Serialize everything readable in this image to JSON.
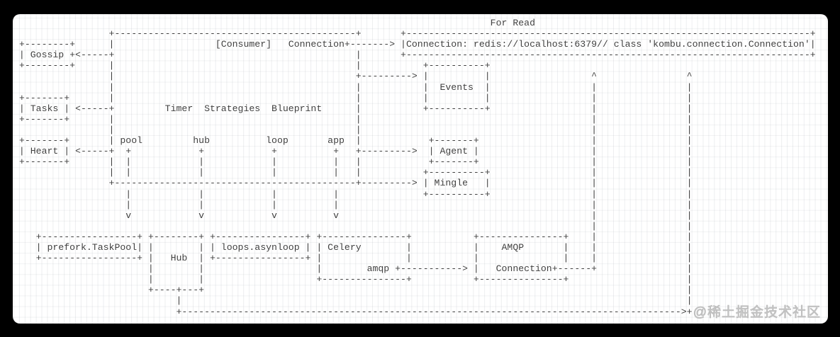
{
  "diagram": {
    "title": "For Read",
    "nodes": [
      "Gossip",
      "Tasks",
      "Heart",
      "[Consumer]",
      "Connection",
      "Connection: redis://localhost:6379// class 'kombu.connection.Connection'",
      "Events",
      "Timer  Strategies  Blueprint",
      "pool",
      "hub",
      "loop",
      "app",
      "Agent",
      "Mingle",
      "prefork.TaskPool",
      "Hub",
      "loops.asynloop",
      "Celery",
      "amqp",
      "AMQP",
      "Connection"
    ],
    "lines": [
      [
        [
          85,
          "For Read"
        ]
      ],
      [
        [
          17,
          "+"
        ],
        [
          18,
          "-",
          43
        ],
        [
          61,
          "+"
        ],
        [
          69,
          "+"
        ],
        [
          70,
          "-",
          72
        ],
        [
          142,
          "+"
        ]
      ],
      [
        [
          1,
          "+"
        ],
        [
          2,
          "-",
          8
        ],
        [
          10,
          "+"
        ],
        [
          17,
          "|"
        ],
        [
          36,
          "[Consumer]"
        ],
        [
          49,
          "Connection+"
        ],
        [
          60,
          "-",
          7
        ],
        [
          67,
          ">"
        ],
        [
          69,
          "|Connection: redis://localhost:6379// class 'kombu.connection.Connection'|"
        ]
      ],
      [
        [
          1,
          "| Gossip +"
        ],
        [
          11,
          "<"
        ],
        [
          12,
          "-",
          5
        ],
        [
          17,
          "+"
        ],
        [
          61,
          "|"
        ],
        [
          69,
          "+"
        ],
        [
          70,
          "-",
          72
        ],
        [
          142,
          "+"
        ]
      ],
      [
        [
          1,
          "+"
        ],
        [
          2,
          "-",
          8
        ],
        [
          10,
          "+"
        ],
        [
          17,
          "|"
        ],
        [
          61,
          "|"
        ],
        [
          73,
          "+"
        ],
        [
          74,
          "-",
          10
        ],
        [
          84,
          "+"
        ]
      ],
      [
        [
          17,
          "|"
        ],
        [
          61,
          "+"
        ],
        [
          62,
          "-",
          9
        ],
        [
          71,
          ">"
        ],
        [
          73,
          "|"
        ],
        [
          84,
          "|"
        ],
        [
          103,
          "^"
        ],
        [
          120,
          "^"
        ]
      ],
      [
        [
          17,
          "|"
        ],
        [
          61,
          "|"
        ],
        [
          73,
          "|  Events  |"
        ],
        [
          103,
          "|"
        ],
        [
          120,
          "|"
        ]
      ],
      [
        [
          1,
          "+"
        ],
        [
          2,
          "-",
          7
        ],
        [
          9,
          "+"
        ],
        [
          17,
          "|"
        ],
        [
          61,
          "|"
        ],
        [
          73,
          "|"
        ],
        [
          84,
          "|"
        ],
        [
          103,
          "|"
        ],
        [
          120,
          "|"
        ]
      ],
      [
        [
          1,
          "| Tasks |"
        ],
        [
          11,
          "<"
        ],
        [
          12,
          "-",
          5
        ],
        [
          17,
          "+"
        ],
        [
          27,
          "Timer  Strategies  Blueprint"
        ],
        [
          61,
          "|"
        ],
        [
          73,
          "+"
        ],
        [
          74,
          "-",
          10
        ],
        [
          84,
          "+"
        ],
        [
          103,
          "|"
        ],
        [
          120,
          "|"
        ]
      ],
      [
        [
          1,
          "+"
        ],
        [
          2,
          "-",
          7
        ],
        [
          9,
          "+"
        ],
        [
          17,
          "|"
        ],
        [
          61,
          "|"
        ],
        [
          103,
          "|"
        ],
        [
          120,
          "|"
        ]
      ],
      [
        [
          17,
          "|"
        ],
        [
          61,
          "|"
        ],
        [
          103,
          "|"
        ],
        [
          120,
          "|"
        ]
      ],
      [
        [
          1,
          "+"
        ],
        [
          2,
          "-",
          7
        ],
        [
          9,
          "+"
        ],
        [
          17,
          "|"
        ],
        [
          19,
          "pool"
        ],
        [
          32,
          "hub"
        ],
        [
          45,
          "loop"
        ],
        [
          56,
          "app"
        ],
        [
          61,
          "|"
        ],
        [
          74,
          "+"
        ],
        [
          75,
          "-",
          7
        ],
        [
          82,
          "+"
        ],
        [
          103,
          "|"
        ],
        [
          120,
          "|"
        ]
      ],
      [
        [
          1,
          "| Heart |"
        ],
        [
          11,
          "<"
        ],
        [
          12,
          "-",
          5
        ],
        [
          17,
          "+"
        ],
        [
          20,
          "+"
        ],
        [
          33,
          "+"
        ],
        [
          46,
          "+"
        ],
        [
          57,
          "+"
        ],
        [
          61,
          "+"
        ],
        [
          62,
          "-",
          9
        ],
        [
          71,
          ">"
        ],
        [
          74,
          "| Agent |"
        ],
        [
          103,
          "|"
        ],
        [
          120,
          "|"
        ]
      ],
      [
        [
          1,
          "+"
        ],
        [
          2,
          "-",
          7
        ],
        [
          9,
          "+"
        ],
        [
          17,
          "|"
        ],
        [
          20,
          "|"
        ],
        [
          33,
          "|"
        ],
        [
          46,
          "|"
        ],
        [
          57,
          "|"
        ],
        [
          61,
          "|"
        ],
        [
          74,
          "+"
        ],
        [
          75,
          "-",
          7
        ],
        [
          82,
          "+"
        ],
        [
          103,
          "|"
        ],
        [
          120,
          "|"
        ]
      ],
      [
        [
          17,
          "|"
        ],
        [
          20,
          "|"
        ],
        [
          33,
          "|"
        ],
        [
          46,
          "|"
        ],
        [
          57,
          "|"
        ],
        [
          61,
          "|"
        ],
        [
          73,
          "+"
        ],
        [
          74,
          "-",
          10
        ],
        [
          84,
          "+"
        ],
        [
          103,
          "|"
        ],
        [
          120,
          "|"
        ]
      ],
      [
        [
          17,
          "+"
        ],
        [
          18,
          "-",
          43
        ],
        [
          61,
          "+"
        ],
        [
          62,
          "-",
          9
        ],
        [
          71,
          ">"
        ],
        [
          73,
          "| Mingle   |"
        ],
        [
          103,
          "|"
        ],
        [
          120,
          "|"
        ]
      ],
      [
        [
          20,
          "|"
        ],
        [
          33,
          "|"
        ],
        [
          46,
          "|"
        ],
        [
          57,
          "|"
        ],
        [
          73,
          "+"
        ],
        [
          74,
          "-",
          10
        ],
        [
          84,
          "+"
        ],
        [
          103,
          "|"
        ],
        [
          120,
          "|"
        ]
      ],
      [
        [
          20,
          "|"
        ],
        [
          33,
          "|"
        ],
        [
          46,
          "|"
        ],
        [
          57,
          "|"
        ],
        [
          103,
          "|"
        ],
        [
          120,
          "|"
        ]
      ],
      [
        [
          20,
          "v"
        ],
        [
          33,
          "v"
        ],
        [
          46,
          "v"
        ],
        [
          57,
          "v"
        ],
        [
          103,
          "|"
        ],
        [
          120,
          "|"
        ]
      ],
      [
        [
          103,
          "|"
        ],
        [
          120,
          "|"
        ]
      ],
      [
        [
          4,
          "+"
        ],
        [
          5,
          "-",
          17
        ],
        [
          22,
          "+"
        ],
        [
          24,
          "+"
        ],
        [
          25,
          "-",
          8
        ],
        [
          33,
          "+"
        ],
        [
          35,
          "+"
        ],
        [
          36,
          "-",
          16
        ],
        [
          52,
          "+"
        ],
        [
          54,
          "+"
        ],
        [
          55,
          "-",
          15
        ],
        [
          70,
          "+"
        ],
        [
          82,
          "+"
        ],
        [
          83,
          "-",
          15
        ],
        [
          98,
          "+"
        ],
        [
          103,
          "|"
        ],
        [
          120,
          "|"
        ]
      ],
      [
        [
          4,
          "| prefork.TaskPool|"
        ],
        [
          24,
          "|"
        ],
        [
          33,
          "|"
        ],
        [
          35,
          "| loops.asynloop |"
        ],
        [
          54,
          "| Celery"
        ],
        [
          70,
          "|"
        ],
        [
          82,
          "|"
        ],
        [
          87,
          "AMQP"
        ],
        [
          98,
          "|"
        ],
        [
          103,
          "|"
        ],
        [
          120,
          "|"
        ]
      ],
      [
        [
          4,
          "+"
        ],
        [
          5,
          "-",
          17
        ],
        [
          22,
          "+"
        ],
        [
          24,
          "|"
        ],
        [
          28,
          "Hub"
        ],
        [
          33,
          "|"
        ],
        [
          35,
          "+"
        ],
        [
          36,
          "-",
          16
        ],
        [
          52,
          "+"
        ],
        [
          54,
          "|"
        ],
        [
          70,
          "|"
        ],
        [
          82,
          "|"
        ],
        [
          98,
          "|"
        ],
        [
          103,
          "|"
        ],
        [
          120,
          "|"
        ]
      ],
      [
        [
          24,
          "|"
        ],
        [
          33,
          "|"
        ],
        [
          54,
          "|"
        ],
        [
          63,
          "amqp +"
        ],
        [
          69,
          "-",
          11
        ],
        [
          80,
          ">"
        ],
        [
          82,
          "|"
        ],
        [
          86,
          "Connection+"
        ],
        [
          97,
          "-",
          6
        ],
        [
          103,
          "+"
        ],
        [
          120,
          "|"
        ]
      ],
      [
        [
          24,
          "|"
        ],
        [
          33,
          "|"
        ],
        [
          54,
          "+"
        ],
        [
          55,
          "-",
          15
        ],
        [
          70,
          "+"
        ],
        [
          82,
          "+"
        ],
        [
          83,
          "-",
          15
        ],
        [
          98,
          "+"
        ],
        [
          120,
          "|"
        ]
      ],
      [
        [
          24,
          "+"
        ],
        [
          25,
          "-",
          4
        ],
        [
          29,
          "+"
        ],
        [
          30,
          "-",
          3
        ],
        [
          33,
          "+"
        ],
        [
          120,
          "|"
        ]
      ],
      [
        [
          29,
          "|"
        ],
        [
          120,
          "|"
        ]
      ],
      [
        [
          29,
          "+"
        ],
        [
          30,
          "-",
          89
        ],
        [
          119,
          ">"
        ],
        [
          120,
          "+"
        ]
      ]
    ]
  },
  "watermark": {
    "text": "@稀土掘金技术社区"
  },
  "theme": {
    "canvas_background": "#000000",
    "panel_background": "#ffffff",
    "grid_line_color": "#e8eaec",
    "diagram_text_color": "#3f3f3f",
    "watermark_color": "#c8c8c8"
  }
}
